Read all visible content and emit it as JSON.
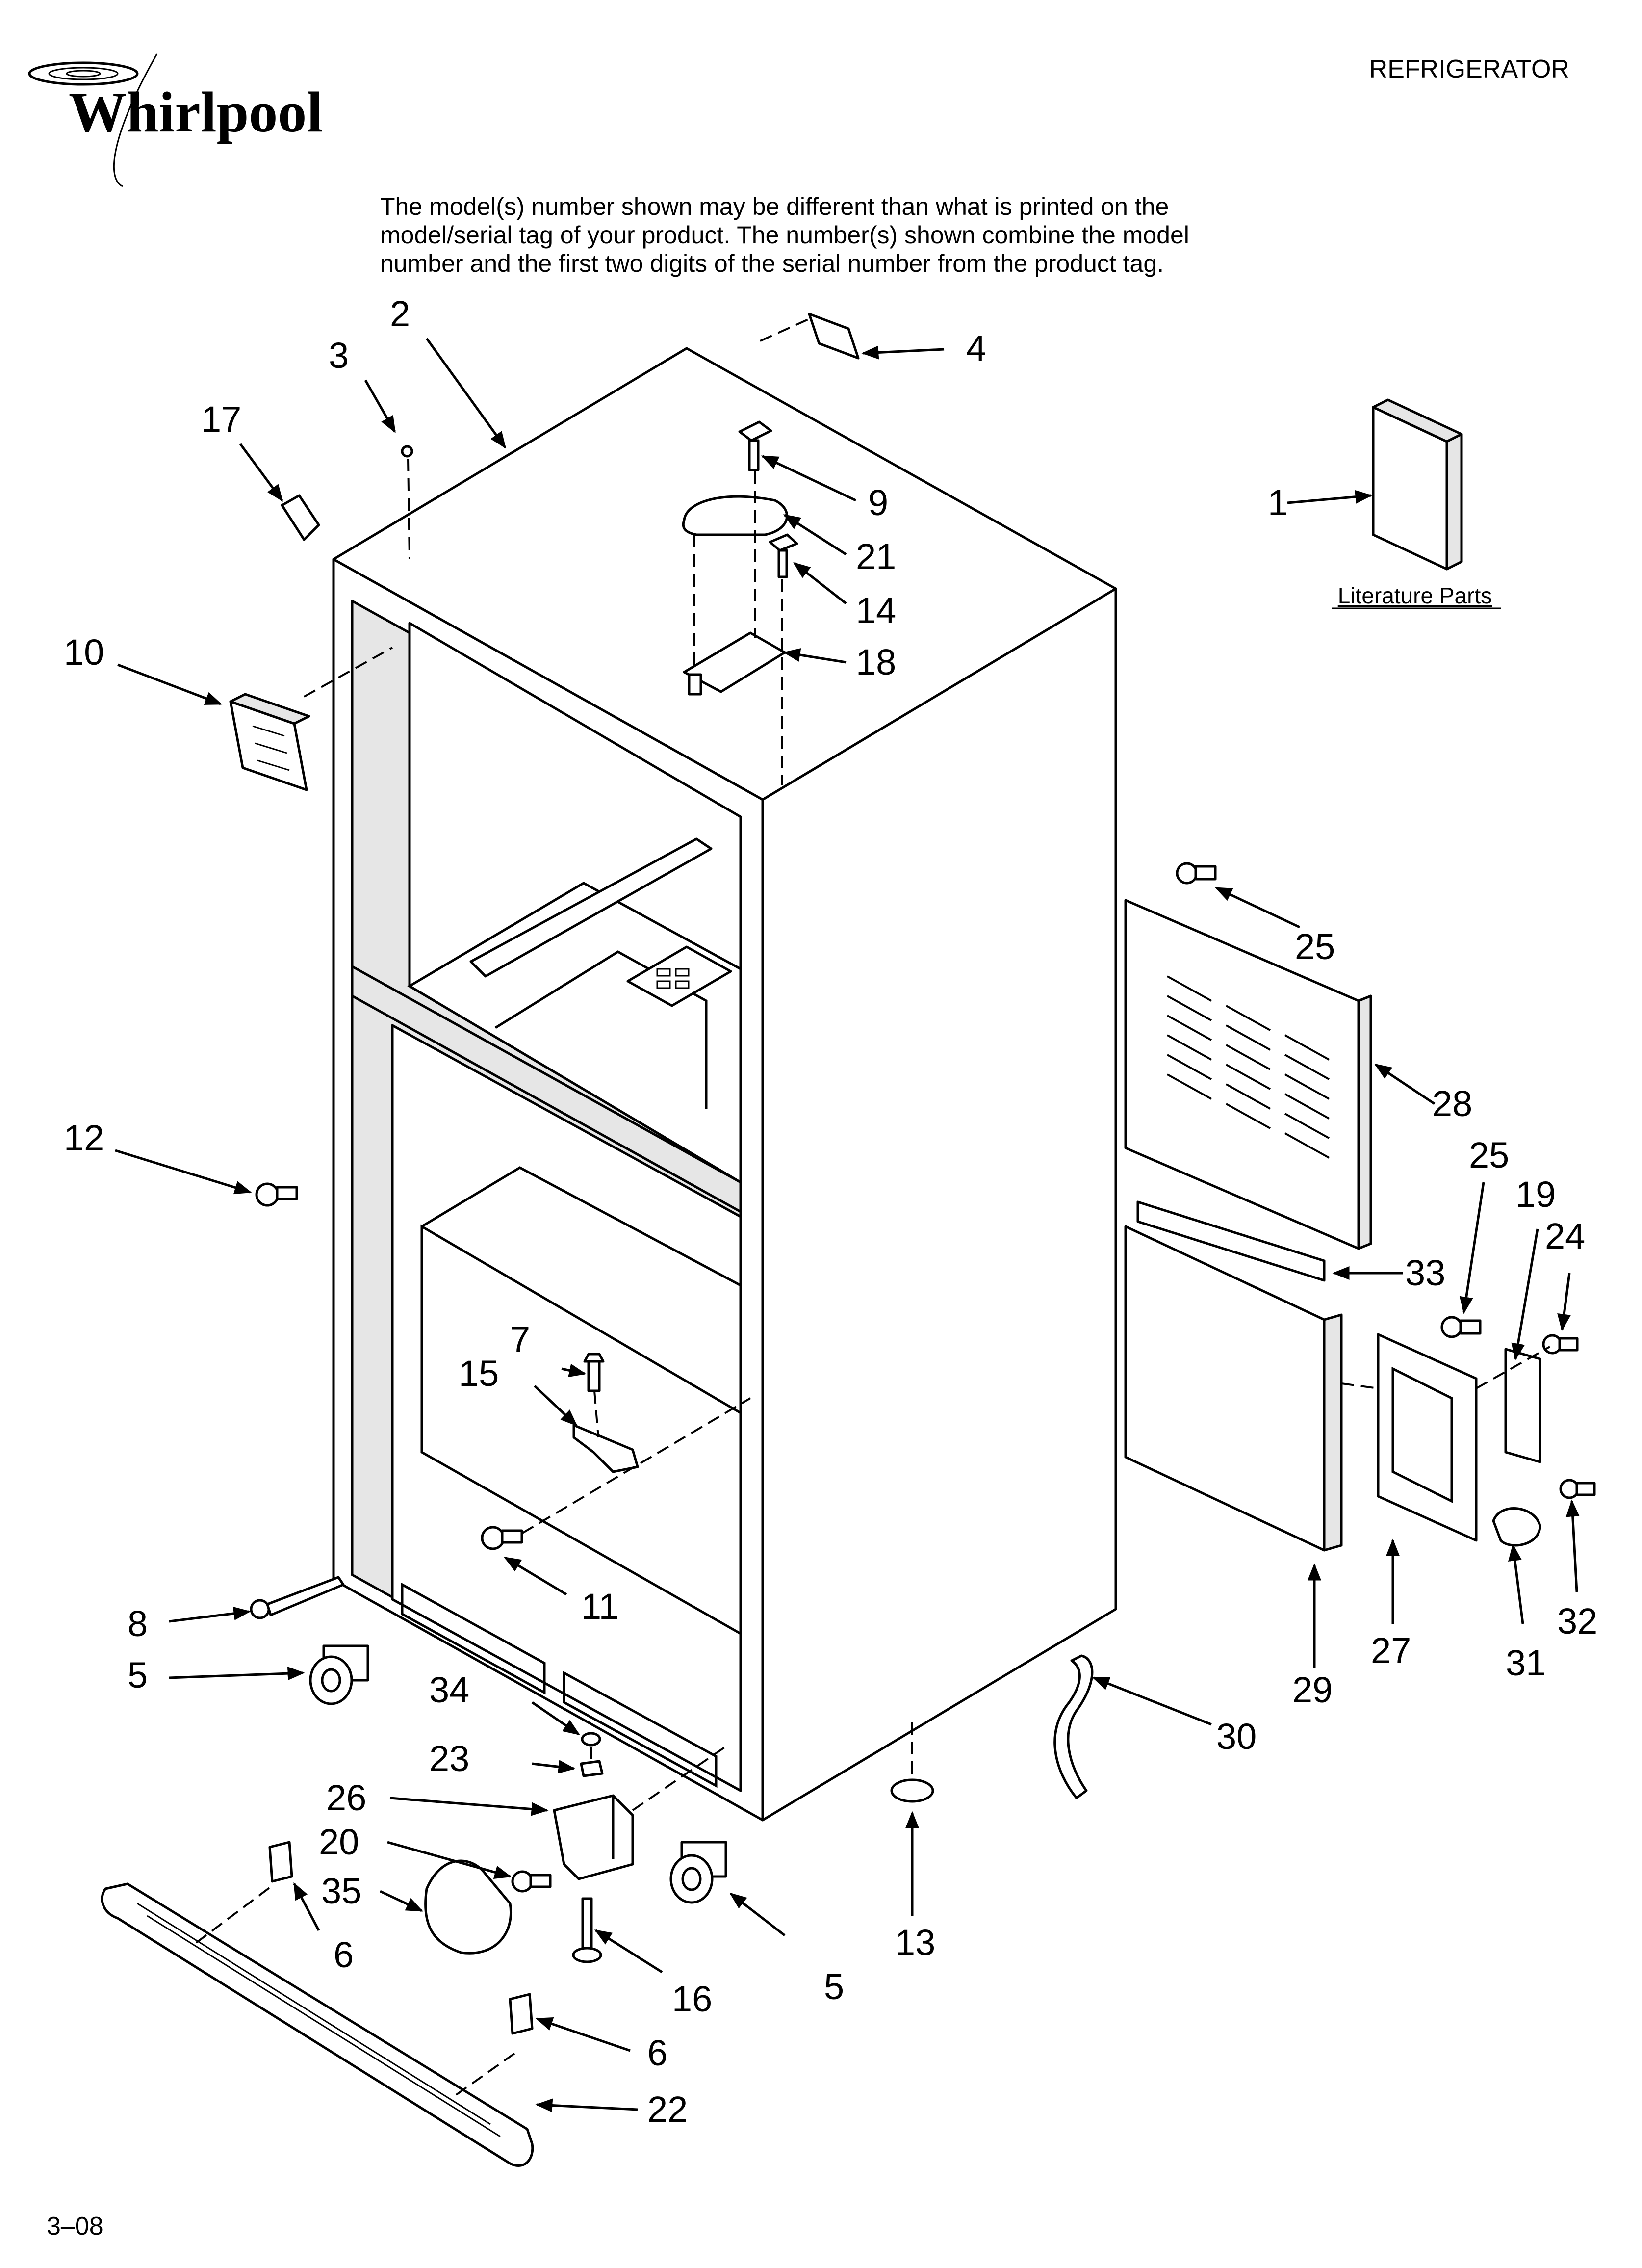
{
  "header": {
    "brand": "Whirlpool",
    "category": "REFRIGERATOR",
    "note_lines": [
      "The model(s) number shown may be different than what is printed on the",
      "model/serial tag of your product. The number(s) shown combine the model",
      "number and the first two digits of the serial number from the product tag."
    ]
  },
  "literature_label": "Literature Parts",
  "callouts": {
    "c1": "1",
    "c2": "2",
    "c3": "3",
    "c4": "4",
    "c5a": "5",
    "c5b": "5",
    "c6a": "6",
    "c6b": "6",
    "c7": "7",
    "c8": "8",
    "c9": "9",
    "c10": "10",
    "c11": "11",
    "c12": "12",
    "c13": "13",
    "c14": "14",
    "c15": "15",
    "c16": "16",
    "c17": "17",
    "c18": "18",
    "c19": "19",
    "c20": "20",
    "c21": "21",
    "c22": "22",
    "c23": "23",
    "c24": "24",
    "c25a": "25",
    "c25b": "25",
    "c26": "26",
    "c27": "27",
    "c28": "28",
    "c29": "29",
    "c30": "30",
    "c31": "31",
    "c32": "32",
    "c33": "33",
    "c34": "34",
    "c35": "35"
  },
  "footer": {
    "date_code": "3–08"
  }
}
